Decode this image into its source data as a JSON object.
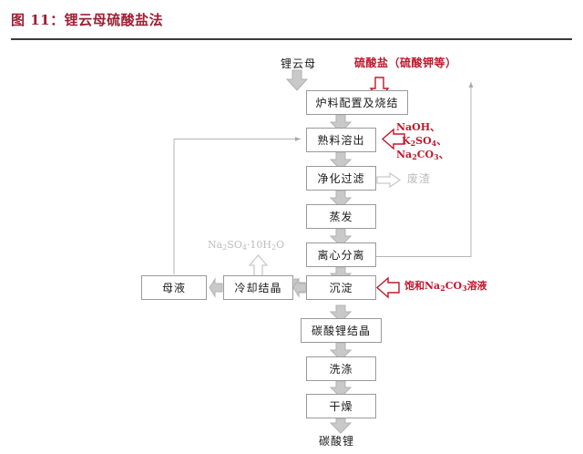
{
  "header": {
    "figure_label": "图 11：锂云母硫酸盐法"
  },
  "diagram": {
    "type": "process-flowchart",
    "inputs": {
      "feed_label": "锂云母",
      "sulfate_label": "硫酸盐（硫酸钾等）",
      "leach_reagents_line1": "NaOH、",
      "leach_reagents_line2": "K2SO4、",
      "leach_reagents_line3": "Na2CO3、",
      "precip_reagent": "饱和Na2CO3溶液"
    },
    "outputs": {
      "waste_label": "废渣",
      "byproduct_label": "Na2SO4·10H2O",
      "product_label": "碳酸锂"
    },
    "nodes": [
      {
        "id": "sinter",
        "label": "炉料配置及烧结"
      },
      {
        "id": "leach",
        "label": "熟料溶出"
      },
      {
        "id": "purify",
        "label": "净化过滤"
      },
      {
        "id": "evaporate",
        "label": "蒸发"
      },
      {
        "id": "centrifuge",
        "label": "离心分离"
      },
      {
        "id": "precipitate",
        "label": "沉淀"
      },
      {
        "id": "cooling",
        "label": "冷却结晶"
      },
      {
        "id": "motherliquor",
        "label": "母液"
      },
      {
        "id": "crystallize",
        "label": "碳酸锂结晶"
      },
      {
        "id": "wash",
        "label": "洗涤"
      },
      {
        "id": "dry",
        "label": "干燥"
      }
    ],
    "colors": {
      "title": "#9e1f33",
      "accent_red": "#c0182d",
      "box_border": "#9a9a9a",
      "arrow_gray": "#c3c3c3",
      "arrow_gray_stroke": "#a8a8a8",
      "muted_text": "#bdbdbd"
    }
  }
}
